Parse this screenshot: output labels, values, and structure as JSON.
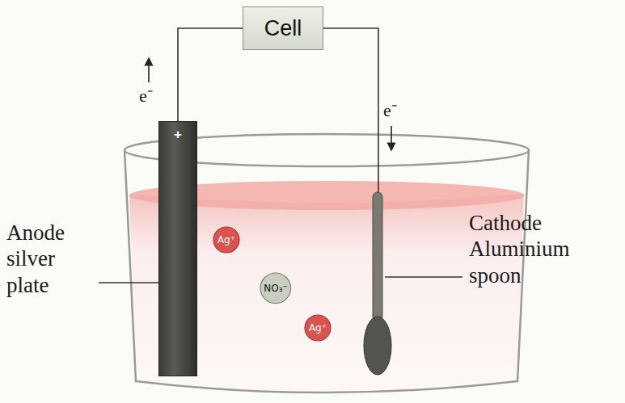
{
  "diagram": {
    "nodes": [
      {
        "text": [
          "Cell"
        ]
      },
      {
        "text": [
          "+"
        ]
      },
      {
        "text": [
          "Ag⁺"
        ]
      },
      {
        "text": [
          "NO₃⁻"
        ]
      },
      {
        "text": [
          "Ag⁺"
        ]
      }
    ],
    "edges": [
      {
        "from": 0,
        "to": 1,
        "arrow": "none"
      }
    ],
    "labels": [
      "e⁻",
      "e⁻",
      "Anode silver plate",
      "Cathode Aluminium spoon"
    ]
  }
}
